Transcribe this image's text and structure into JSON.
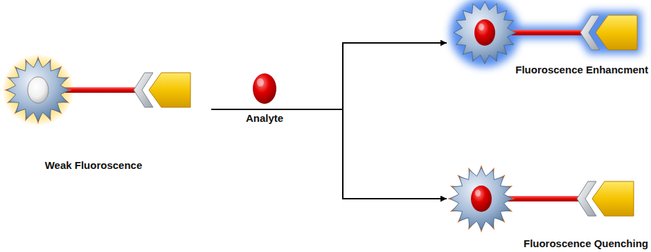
{
  "diagram": {
    "nodes": [
      {
        "text": [
          "Weak Fluoroscence"
        ]
      },
      {
        "text": [
          "Analyte"
        ]
      },
      {
        "text": [
          "Fluoroscence Enhancment"
        ]
      },
      {
        "text": [
          "Fluoroscence Quenching"
        ]
      }
    ],
    "edges": [
      {
        "from": 0,
        "to": 2,
        "arrow": "to"
      },
      {
        "from": 0,
        "to": 3,
        "arrow": "to"
      }
    ]
  }
}
